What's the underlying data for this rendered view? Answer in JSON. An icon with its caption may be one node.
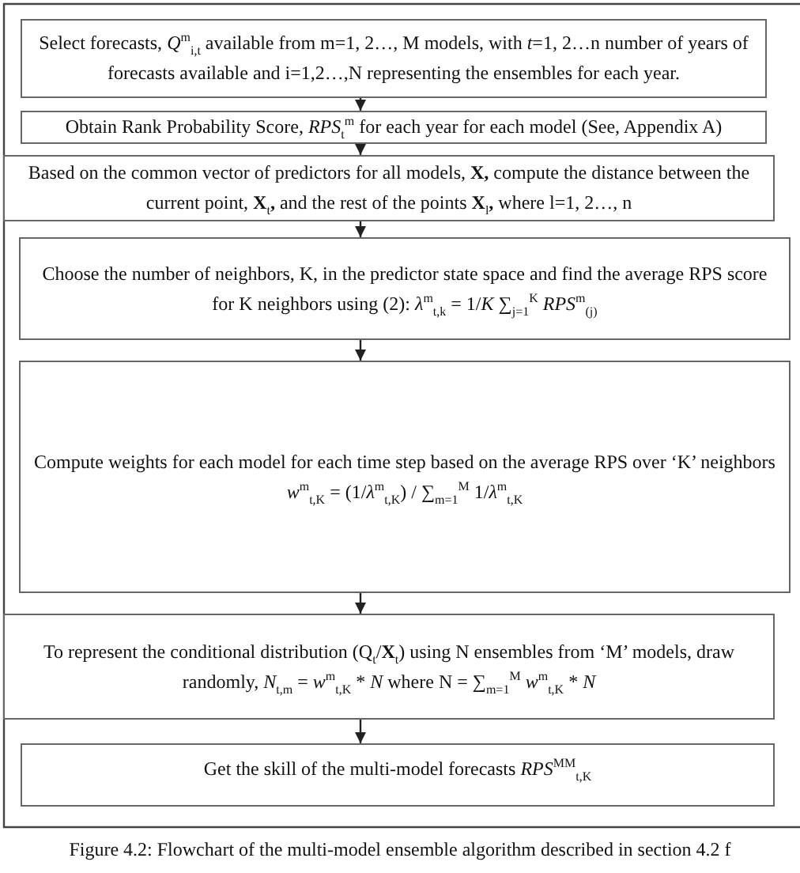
{
  "diagram": {
    "caption": "Figure 4.2: Flowchart of the multi-model ensemble algorithm described in section 4.2 f",
    "nodes": [
      {
        "text": [
          "Select forecasts, *Q*$^{m}$$_{i,t}$ available from m=1, 2…, M models, with *t*=1, 2…n number of years of forecasts available and i=1,2…,N representing the ensembles for each year."
        ]
      },
      {
        "text": [
          "Obtain Rank Probability Score, *RPS*$_{t}$$^{m}$ for each year for each model (See, Appendix A)"
        ]
      },
      {
        "text": [
          "Based on the common vector of predictors for all models, **X,** compute the distance between the current point, **X**$_{t}$**,** and the rest of the points **X**$_{l}$**,** where l=1, 2…, n"
        ]
      },
      {
        "text": [
          "Choose the number of neighbors, K, in the predictor state space and find the average RPS score for K neighbors using (2): *λ*$^{m}$$_{t,k}$ = 1/*K* ∑$_{j=1}$$^{K}$ *RPS*$^{m}$$_{(j)}$"
        ]
      },
      {
        "text": [
          "Compute weights for each model for each time step based on the average RPS over ‘K’ neighbors *w*$^{m}$$_{t,K}$ = (1/*λ*$^{m}$$_{t,K}$) / ∑$_{m=1}$$^{M}$ 1/*λ*$^{m}$$_{t,K}$"
        ]
      },
      {
        "text": [
          "To represent the conditional distribution (Q$_{t}$/**X**$_{t}$) using N ensembles from ‘M’ models, draw randomly, *N*$_{t,m}$ = *w*$^{m}$$_{t,K}$ * *N* where N = ∑$_{m=1}$$^{M}$ *w*$^{m}$$_{t,K}$ * *N*"
        ]
      },
      {
        "text": [
          "Get the skill of the multi-model forecasts *RPS*$^{MM}$$_{t,K}$"
        ]
      }
    ],
    "edges": [
      {
        "from": 0,
        "to": 1,
        "arrow": "to"
      },
      {
        "from": 1,
        "to": 2,
        "arrow": "to"
      },
      {
        "from": 2,
        "to": 3,
        "arrow": "to"
      },
      {
        "from": 3,
        "to": 4,
        "arrow": "to"
      },
      {
        "from": 4,
        "to": 5,
        "arrow": "to"
      },
      {
        "from": 5,
        "to": 6,
        "arrow": "to"
      }
    ]
  }
}
